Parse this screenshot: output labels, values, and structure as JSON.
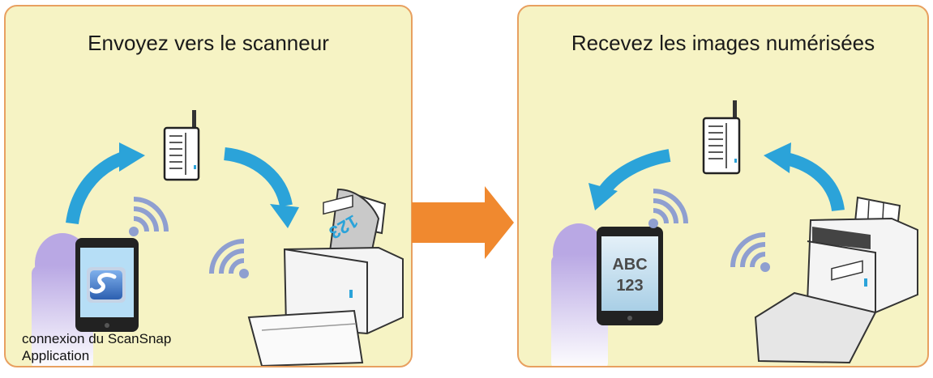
{
  "left_panel": {
    "title": "Envoyez vers le scanneur",
    "caption_line1": "connexion du ScanSnap",
    "caption_line2": "Application"
  },
  "right_panel": {
    "title": "Recevez les images numérisées",
    "tablet_line1": "ABC",
    "tablet_line2": "123"
  },
  "colors": {
    "panel_bg": "#f6f3c4",
    "panel_border": "#e8a060",
    "flow_arrow": "#2ba3d9",
    "center_arrow": "#f0892f",
    "wifi": "#8f9fd0",
    "person": "#b8a6e0"
  },
  "icons": [
    "wifi-router-icon",
    "scanner-icon",
    "tablet-icon",
    "person-icon",
    "scansnap-app-icon",
    "wifi-signal-icon",
    "curved-arrow-icon",
    "right-arrow-icon"
  ]
}
